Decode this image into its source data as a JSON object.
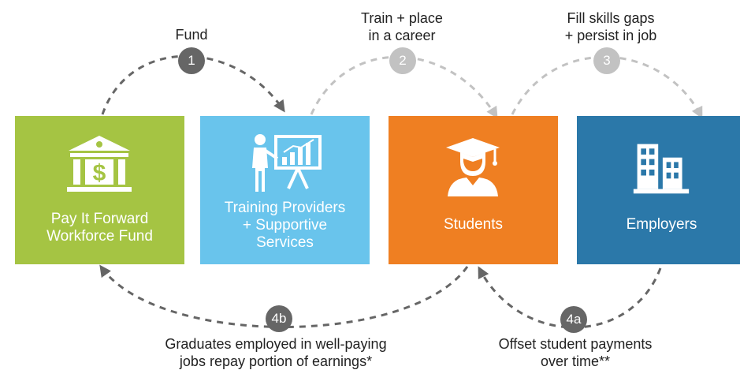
{
  "boxes": {
    "fund": {
      "label": "Pay It Forward\nWorkforce Fund",
      "icon": "bank-dollar-icon",
      "color": "#a5c443"
    },
    "training": {
      "label": "Training Providers\n+ Supportive\nServices",
      "icon": "presenter-chart-icon",
      "color": "#69c4ec"
    },
    "students": {
      "label": "Students",
      "icon": "graduate-icon",
      "color": "#ef7f22"
    },
    "employers": {
      "label": "Employers",
      "icon": "buildings-icon",
      "color": "#2b78a9"
    }
  },
  "steps": {
    "s1": {
      "number": "1",
      "caption": "Fund"
    },
    "s2": {
      "number": "2",
      "caption": "Train + place\nin a career"
    },
    "s3": {
      "number": "3",
      "caption": "Fill skills gaps\n+ persist in job"
    },
    "s4a": {
      "number": "4a",
      "caption": "Offset student payments\nover time**"
    },
    "s4b": {
      "number": "4b",
      "caption": "Graduates employed in well-paying\njobs repay portion of earnings*"
    }
  },
  "colors": {
    "arrow_dark": "#666666",
    "arrow_light": "#c2c2c2"
  }
}
